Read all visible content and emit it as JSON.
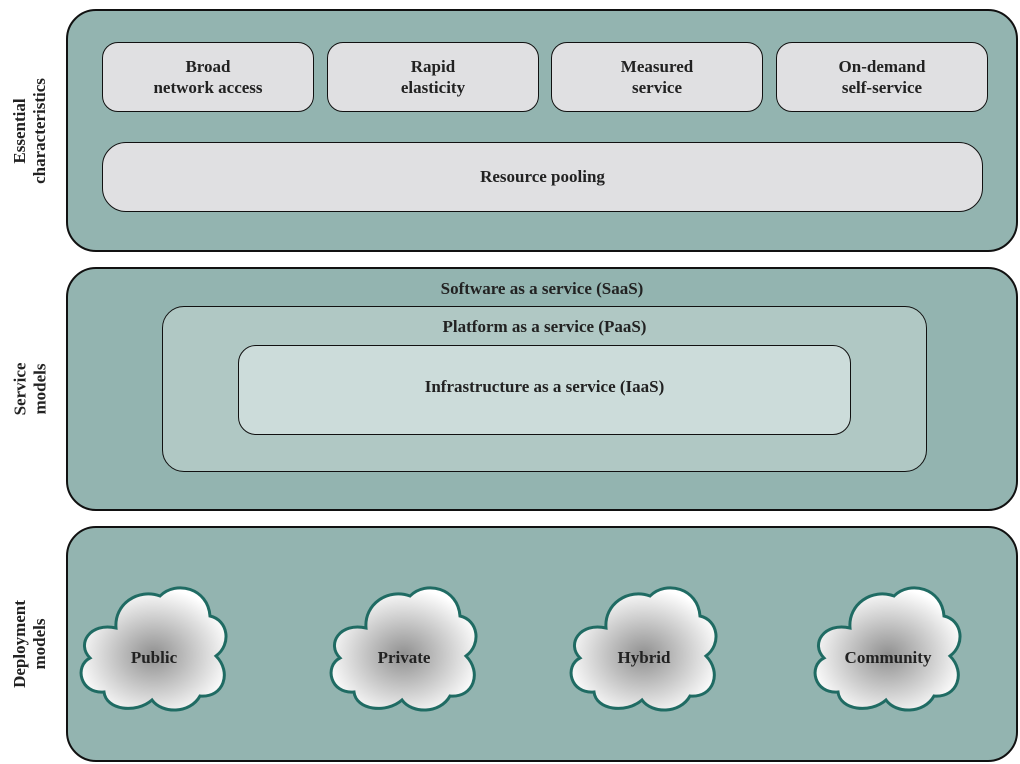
{
  "side_labels": {
    "essential": [
      "Essential",
      "characteristics"
    ],
    "service": [
      "Service",
      "models"
    ],
    "deployment": [
      "Deployment",
      "models"
    ]
  },
  "essential_characteristics": {
    "items": [
      [
        "Broad",
        "network access"
      ],
      [
        "Rapid",
        "elasticity"
      ],
      [
        "Measured",
        "service"
      ],
      [
        "On-demand",
        "self-service"
      ]
    ],
    "resource_pooling": "Resource pooling"
  },
  "service_models": {
    "saas": "Software as a service (SaaS)",
    "paas": "Platform as a service (PaaS)",
    "iaas": "Infrastructure as a service (IaaS)"
  },
  "deployment_models": [
    "Public",
    "Private",
    "Hybrid",
    "Community"
  ],
  "colors": {
    "panel": "#93b4b0",
    "box": "#e0e0e2",
    "paas": "#b0c8c4",
    "iaas": "#ccdcda",
    "cloud_outline": "#1f6b63"
  }
}
